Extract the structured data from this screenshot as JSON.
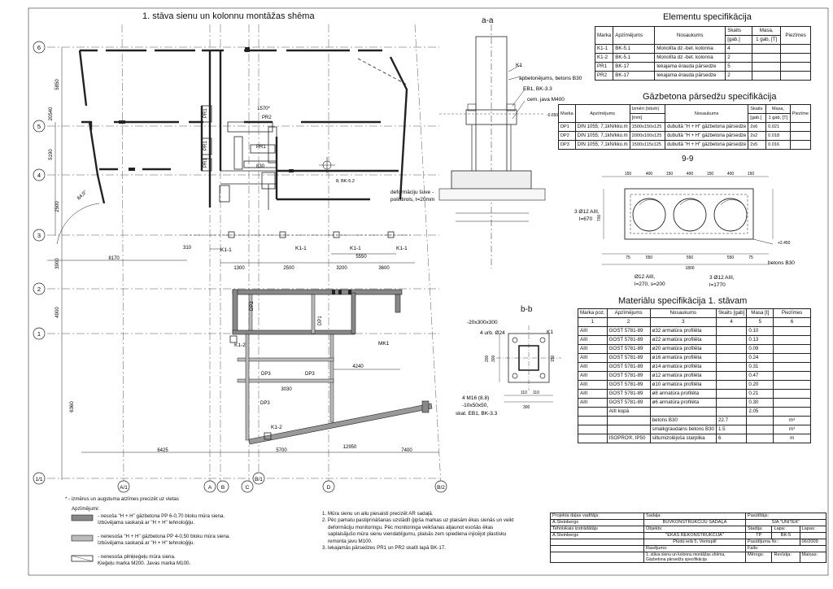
{
  "titles": {
    "plan": "1. stāva sienu un kolonnu montāžas shēma",
    "section_aa": "a-a",
    "section_bb": "b-b",
    "section_99": "9-9",
    "elementu": "Elementu specifikācija",
    "gazbetona": "Gāzbetona pārsedžu specifikācija",
    "materialu": "Materiālu specifikācija 1. stāvam"
  },
  "axes": {
    "rows": [
      "6",
      "5",
      "4",
      "3",
      "2",
      "1",
      "1/1"
    ],
    "cols": [
      "A/1",
      "A",
      "B",
      "C",
      "B/1",
      "D",
      "B/2"
    ]
  },
  "plan_labels": {
    "k1_1": "K1-1",
    "k1_2": "K1-2",
    "mk1": "MK1",
    "pr1": "PR1",
    "pr2": "PR2",
    "dp1": "DP1",
    "dp2": "DP2",
    "dp3": "DP3",
    "bk52": "8, BK-5.2",
    "deform": "deformāciju šuve -",
    "deform2": "polistirols, t=20mm",
    "angle": "84,0°",
    "dims_top": [
      "1300",
      "2500",
      "3200",
      "3600"
    ],
    "dim_5550": "5550",
    "dim_8170": "8170",
    "dim_310": "310",
    "dims_bottom": [
      "6425",
      "5700",
      "12950",
      "7400"
    ],
    "dim_4240": "4240",
    "dim_3030": "3030",
    "dims_left": [
      "5850",
      "2500",
      "3900",
      "4900",
      "6360"
    ],
    "dim_5190": "5190",
    "dim_20540": "20540",
    "dim_1570": "1570*",
    "dim_830": "830"
  },
  "section_aa_labels": {
    "k1": "K1",
    "apbet": "apbetonējums, betons B30",
    "eb1": "EB1, BK-3.3",
    "cem": "cem. java M400",
    "lvl": "-0.650"
  },
  "section_bb_labels": {
    "a": "-20x300x300",
    "b": "4 urb. Ø24",
    "k1": "K1",
    "c": "4 M16 (8.8)",
    "d": "-10x50x50,",
    "e": "skat. EB1, BK-3.3",
    "dims": [
      "300",
      "150",
      "110",
      "110",
      "300",
      "200"
    ]
  },
  "section_99_labels": {
    "left1": "3 Ø12 AIII,",
    "left2": "l=670",
    "bot1": "Ø12 AIII,",
    "bot2": "l=270, s=200",
    "bot3": "3 Ø12 AIII,",
    "bot4": "l=1770",
    "right": "betons B30",
    "lvl": "+2.450",
    "dim_total": "1800",
    "dims_top": [
      "150",
      "400",
      "150",
      "400",
      "150",
      "400",
      "150"
    ],
    "dims_bot": [
      "75",
      "550",
      "550",
      "550",
      "75"
    ],
    "dim_h": "700"
  },
  "elementu_table": {
    "headers": [
      "Marka",
      "Apzīmējums",
      "Nosaukums",
      "Skaits",
      "Masa,",
      "Piezīmes"
    ],
    "sub": [
      "",
      "",
      "",
      "[gab.]",
      "1 gab, [T]",
      ""
    ],
    "rows": [
      [
        "K1-1",
        "BK-5.1",
        "Monolīta dz.-bet. kolonna",
        "4",
        "",
        ""
      ],
      [
        "K1-2",
        "BK-5.1",
        "Monolīta dz.-bet. kolonna",
        "2",
        "",
        ""
      ],
      [
        "PR1",
        "BK-17",
        "Iekajama ērauda pārsedze",
        "5",
        "",
        ""
      ],
      [
        "PR2",
        "BK-17",
        "Iekajama ērauda pārsedze",
        "2",
        "",
        ""
      ]
    ]
  },
  "gazbetona_table": {
    "headers": [
      "Marka",
      "Apzīmējums",
      "Izmēri (lxbxh)",
      "Nosaukums",
      "Skaits",
      "Masa,",
      "Piezīme"
    ],
    "sub": [
      "",
      "",
      "[mm]",
      "",
      "[gab.]",
      "1 gab, [T]",
      ""
    ],
    "rows": [
      [
        "DP1",
        "DIN 1055; 7,1kN/kko.m",
        "1500x150x125",
        "dubultā \"H + H\" gāzbetona pārsedze",
        "2x6",
        "0.021",
        ""
      ],
      [
        "DP2",
        "DIN 1055; 7,1kN/kko.m",
        "2000x100x125",
        "dubultā \"H + H\" gāzbetona pārsedze",
        "2x2",
        "0.018",
        ""
      ],
      [
        "DP3",
        "DIN 1055; 7,1kN/kko.m",
        "1500x115x125",
        "dubultā \"H + H\" gāzbetona pārsedze",
        "2x5",
        "0.016",
        ""
      ]
    ]
  },
  "materialu_table": {
    "headers": [
      "Marka poz.",
      "Apzīmējums",
      "Nosaukums",
      "Skaits [gab]",
      "Masa [t]",
      "Piezīmes"
    ],
    "nums": [
      "1",
      "2",
      "3",
      "4",
      "5",
      "6"
    ],
    "rows": [
      [
        "AIII",
        "GOST 5781-89",
        "ø32 armatūra profilēta",
        "",
        "0.10",
        ""
      ],
      [
        "AIII",
        "GOST 5781-89",
        "ø22 armatūra profilēta",
        "",
        "0.13",
        ""
      ],
      [
        "AIII",
        "GOST 5781-89",
        "ø20 armatūra profilēta",
        "",
        "0.09",
        ""
      ],
      [
        "AIII",
        "GOST 5781-89",
        "ø16 armatūra profilēta",
        "",
        "0.24",
        ""
      ],
      [
        "AIII",
        "GOST 5781-89",
        "ø14 armatūra profilēta",
        "",
        "0.31",
        ""
      ],
      [
        "AIII",
        "GOST 5781-89",
        "ø12 armatūra profilēta",
        "",
        "0.47",
        ""
      ],
      [
        "AIII",
        "GOST 5781-89",
        "ø10 armatūra profilēta",
        "",
        "0.20",
        ""
      ],
      [
        "AIII",
        "GOST 5781-89",
        "ø8 armatūra profilēta",
        "",
        "0.21",
        ""
      ],
      [
        "AIII",
        "GOST 5781-89",
        "ø6 armatūra profilēta",
        "",
        "0.30",
        ""
      ]
    ],
    "kopa": [
      "",
      "AIII kopā",
      "",
      "",
      "2.05",
      ""
    ],
    "extra": [
      [
        "",
        "",
        "betons B30",
        "22.7",
        "",
        "m³"
      ],
      [
        "",
        "",
        "smalkgraudains betons B30",
        "1.5",
        "",
        "m³"
      ],
      [
        "",
        "ISOPRO®, IP50",
        "siltumizolējoša starplika",
        "6",
        "",
        "m"
      ]
    ]
  },
  "legend": {
    "footnote": "* - izmērus un augstuma atzīmes precizēt uz vietas",
    "heading": "Apzīmējumi:",
    "items": [
      [
        "- nesoša \"H + H\" gāzbetona PP 6-0,70 bloku mūra siena.",
        "Izbūvējama saskaņā ar \"H + H\" tehnoloģiju."
      ],
      [
        "- nenesoša \"H + H\" gāzbetona PP 4-0,50 bloku mūra siena.",
        "Izbūvējama saskaņā ar \"H + H\" tehnoloģiju."
      ],
      [
        "- nenesoša pilnķieģeļu mūra siena.",
        "Ķieģeļu marka M200. Javas marka M100."
      ]
    ]
  },
  "notes": [
    "1. Mūra sienu un ailu piesaisti precizēt AR sadaļā.",
    "2. Pēc pamatu pastiprināšanas uzstādīt ģipša markas uz plaisām ēkas sienās un veikt",
    "deformāciju monitoringu. Pēc monitoringa veikšanas atjaunot esošās ēkas",
    "saplaisājušo mūra sienu viendabīgumu, plaisās zem spiediena injicējot plastisku",
    "remonta javu M100.",
    "3. Iekajamās pārsedzes PR1 un PR2 skatīt lapā BK-17."
  ],
  "title_block": {
    "proj_vad": "Projekta daļas vadītājs:",
    "name1": "A.Šteinbergs",
    "teh_izstr": "Tehniskais izstrādātājs",
    "name2": "A.Šteinbergs",
    "sadala_l": "Sadaļa:",
    "sadala": "BŪVKONSTRUKCIJU SADAĻA",
    "objekts_l": "Objekts:",
    "objekts": "\"ĒKAS REKONSTRUKCIJA\"",
    "adrese": "Plūdū ielā 5, Ventspilī",
    "rasejums_l": "Rasējums:",
    "rasejums": "1. stāva sienu un kolonnu montāžas shēma, Gāzbetona pārsedžu specifikācija",
    "pasut_l": "Pasūtītājs:",
    "pasut": "SIA \"UNITEK\"",
    "stadija_l": "Stadija:",
    "lapa_l": "Lapa:",
    "lapas_l": "Lapas:",
    "stadija": "TP",
    "lapa": "BK-5",
    "pasut_nr_l": "Pasūtījuma Nr.:",
    "datums": "06/2009",
    "faila_l": "Fails:",
    "merogs_l": "Mērogs:",
    "revizija_l": "Revīzija:",
    "mainas_l": "Maiņas:"
  }
}
